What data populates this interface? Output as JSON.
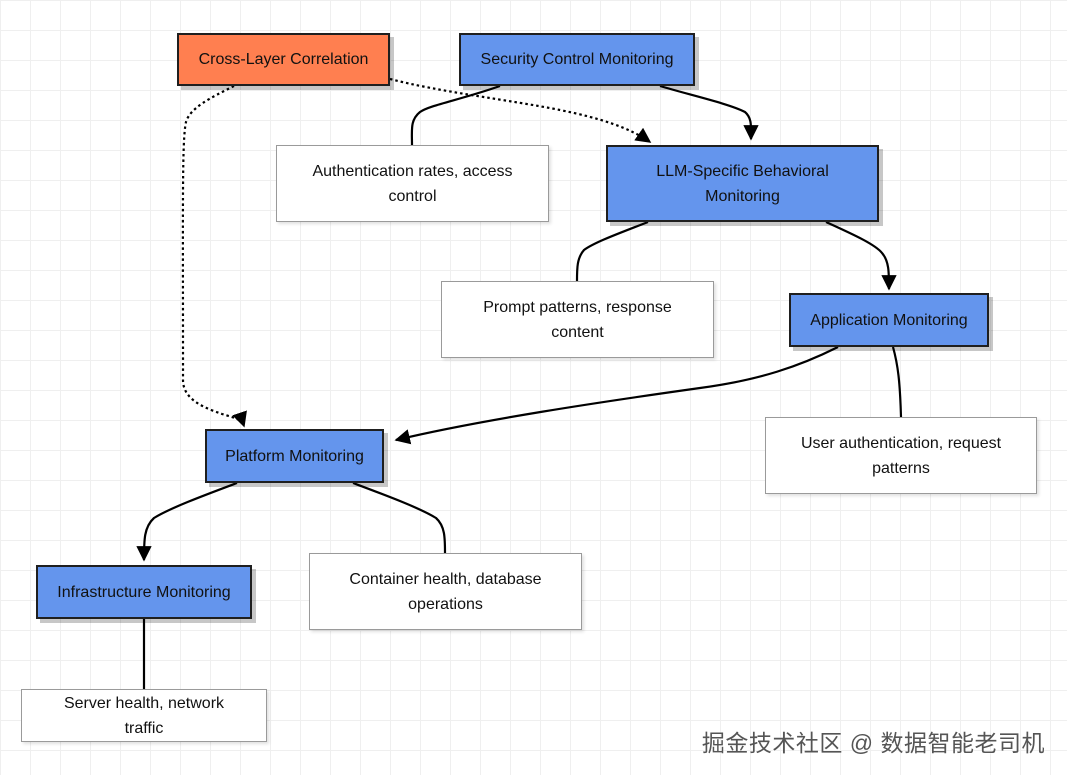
{
  "nodes": {
    "cross_layer": "Cross-Layer Correlation",
    "security_control": "Security Control Monitoring",
    "auth_rates": "Authentication rates, access control",
    "llm_behavioral": "LLM-Specific Behavioral Monitoring",
    "prompt_patterns": "Prompt patterns, response content",
    "application": "Application Monitoring",
    "user_auth": "User authentication, request patterns",
    "platform": "Platform Monitoring",
    "infrastructure": "Infrastructure Monitoring",
    "container_health": "Container health, database operations",
    "server_health": "Server health, network traffic"
  },
  "watermark": "掘金技术社区 @ 数据智能老司机",
  "colors": {
    "primary_node": "#6495ed",
    "correlation_node": "#ff7f50",
    "detail_node": "#ffffff",
    "edge": "#000000"
  }
}
